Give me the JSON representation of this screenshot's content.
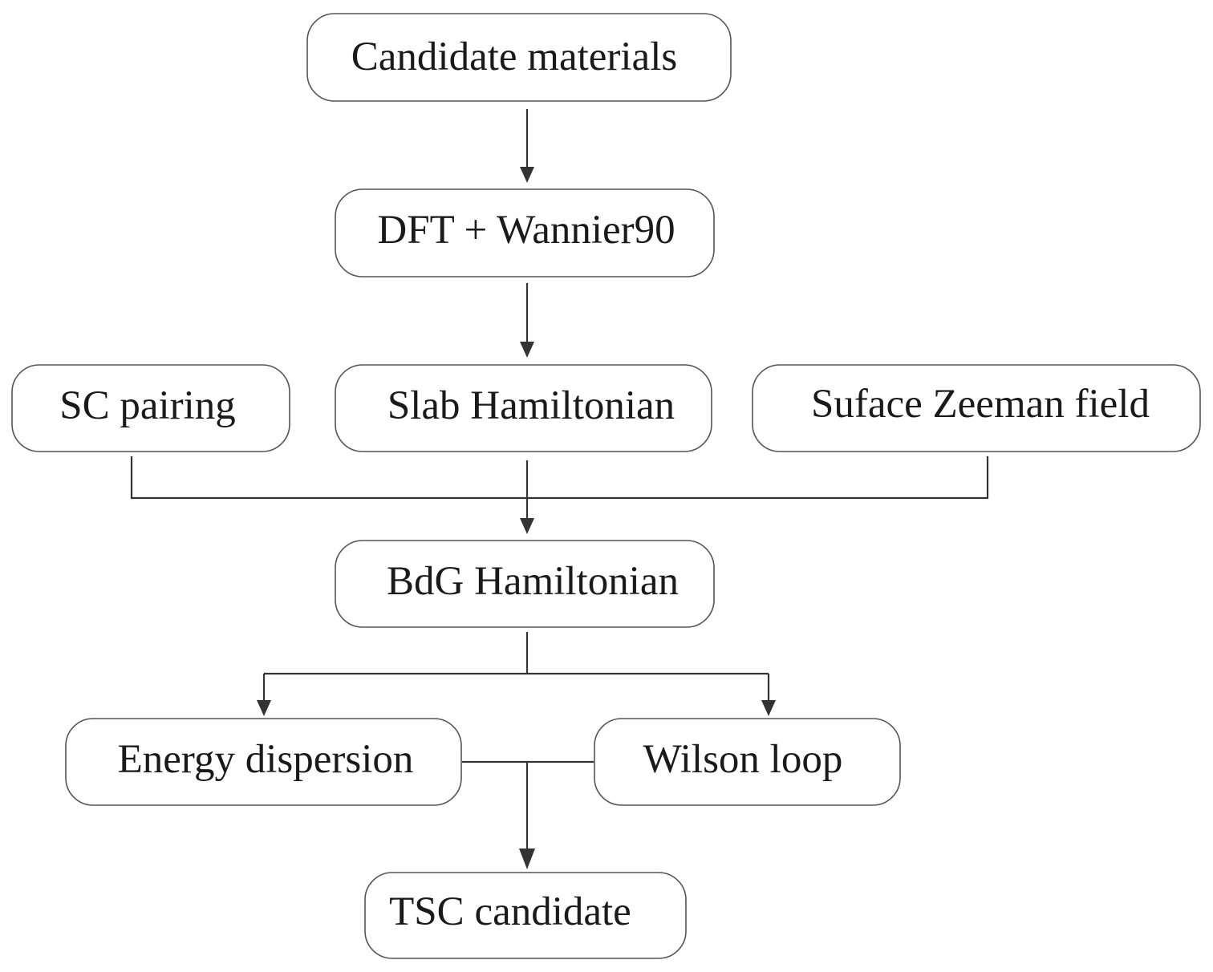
{
  "nodes": {
    "candidate_materials": "Candidate materials",
    "dft_wannier": "DFT + Wannier90",
    "sc_pairing": "SC pairing",
    "slab_hamiltonian": "Slab Hamiltonian",
    "surface_zeeman": "Suface Zeeman field",
    "bdg_hamiltonian": "BdG Hamiltonian",
    "energy_dispersion": "Energy dispersion",
    "wilson_loop": "Wilson loop",
    "tsc_candidate": "TSC candidate"
  },
  "edges": [
    {
      "from": "candidate_materials",
      "to": "dft_wannier"
    },
    {
      "from": "dft_wannier",
      "to": "slab_hamiltonian"
    },
    {
      "from": "sc_pairing",
      "to": "bdg_hamiltonian"
    },
    {
      "from": "slab_hamiltonian",
      "to": "bdg_hamiltonian"
    },
    {
      "from": "surface_zeeman",
      "to": "bdg_hamiltonian"
    },
    {
      "from": "bdg_hamiltonian",
      "to": "energy_dispersion"
    },
    {
      "from": "bdg_hamiltonian",
      "to": "wilson_loop"
    },
    {
      "from": "energy_dispersion",
      "to": "tsc_candidate"
    },
    {
      "from": "wilson_loop",
      "to": "tsc_candidate"
    }
  ],
  "colors": {
    "box_stroke": "#555555",
    "connector": "#333333",
    "text": "#1a1a1a",
    "background": "#ffffff"
  }
}
